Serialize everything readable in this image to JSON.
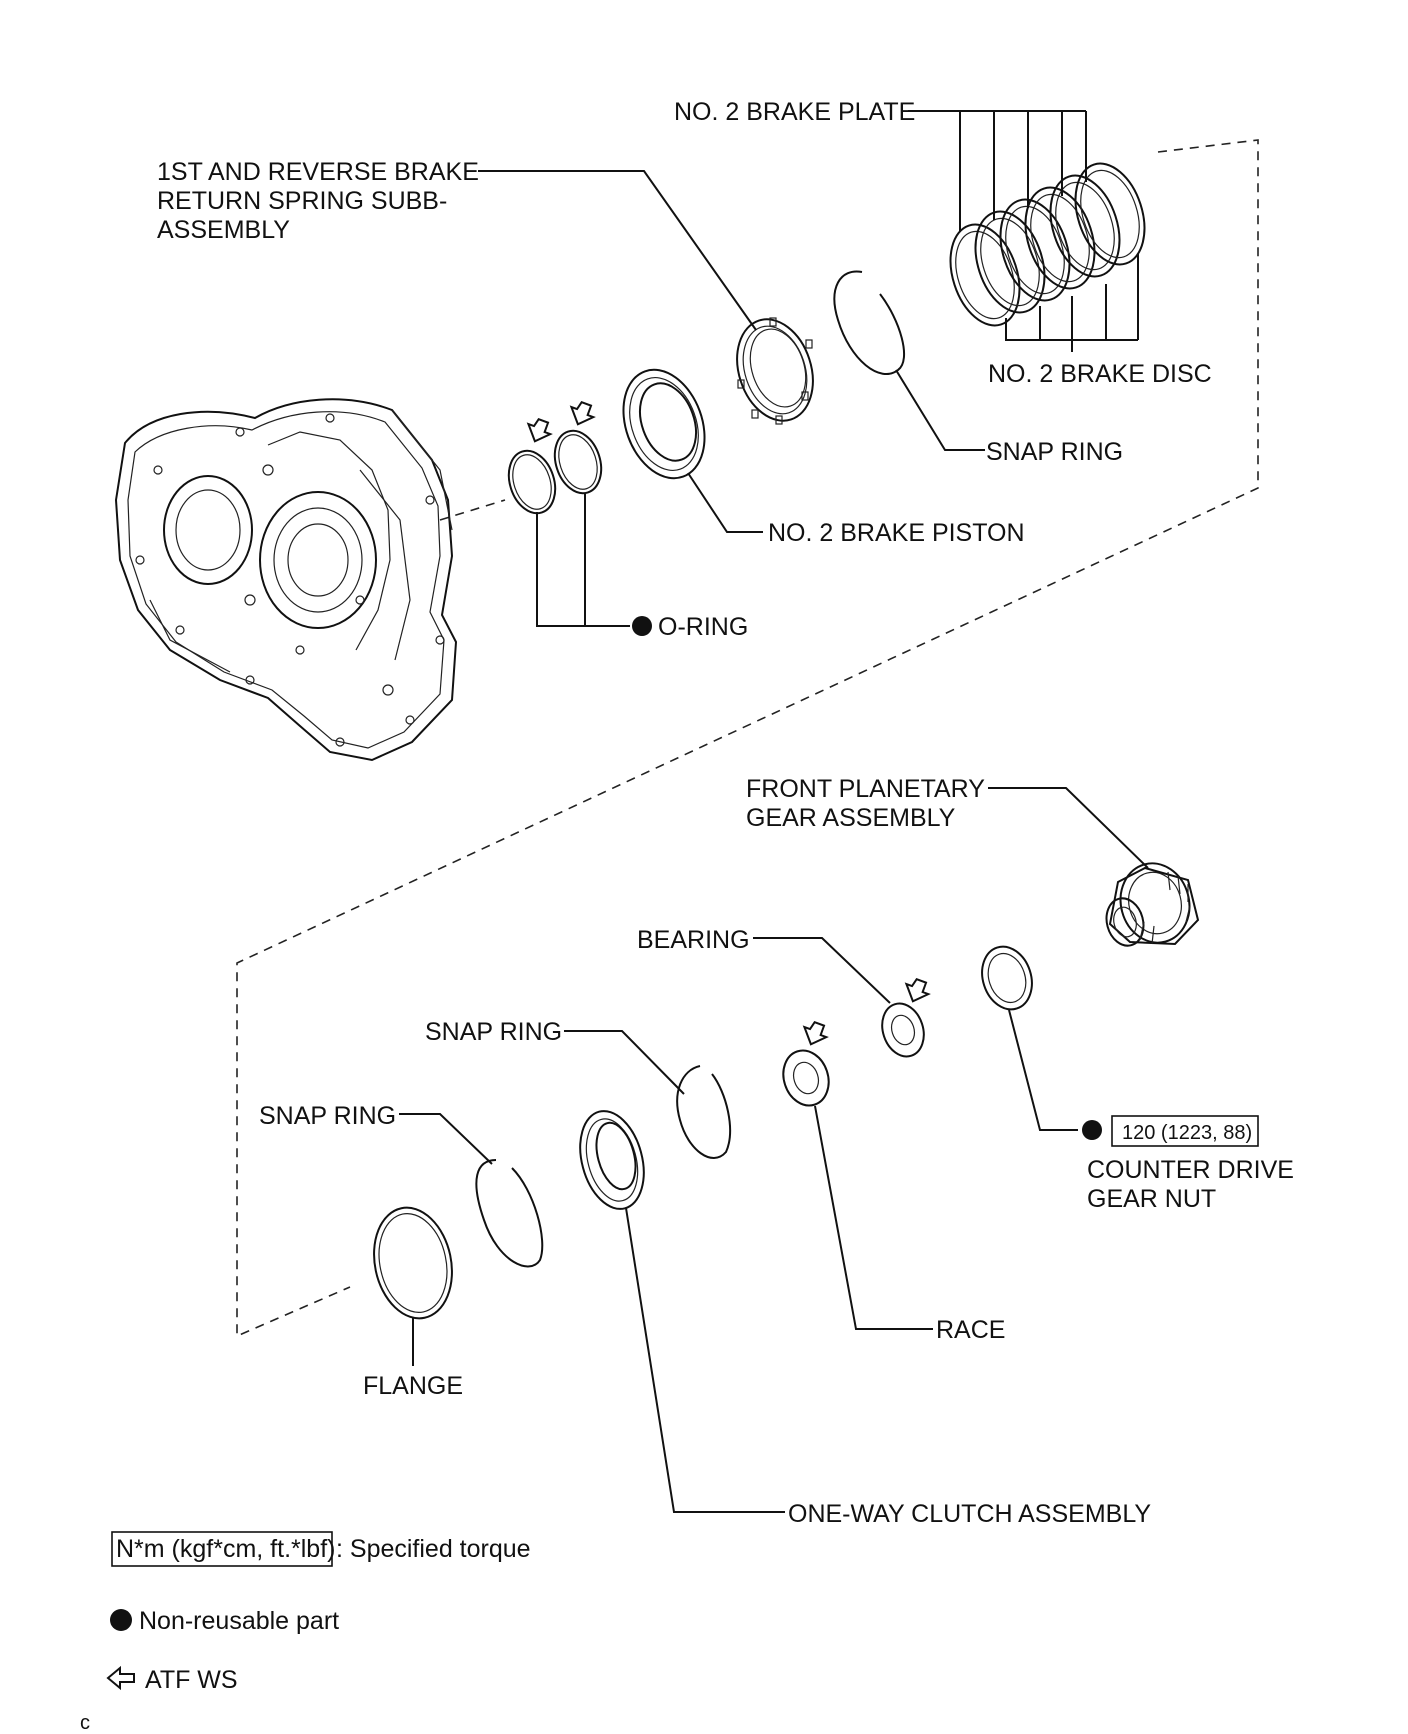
{
  "labels": {
    "brake_plate": "NO. 2 BRAKE PLATE",
    "return_spring_1": "1ST AND REVERSE BRAKE",
    "return_spring_2": "RETURN SPRING SUBB-",
    "return_spring_3": "ASSEMBLY",
    "brake_disc": "NO. 2 BRAKE DISC",
    "snap_ring_top": "SNAP RING",
    "brake_piston": "NO. 2 BRAKE PISTON",
    "o_ring": "O-RING",
    "front_planetary_1": "FRONT PLANETARY",
    "front_planetary_2": "GEAR ASSEMBLY",
    "bearing": "BEARING",
    "snap_ring_mid": "SNAP RING",
    "snap_ring_low": "SNAP RING",
    "torque_value": "120 (1223, 88)",
    "counter_drive_1": "COUNTER DRIVE",
    "counter_drive_2": "GEAR NUT",
    "race": "RACE",
    "flange": "FLANGE",
    "one_way_clutch": "ONE-WAY CLUTCH ASSEMBLY"
  },
  "legend": {
    "torque_box": "N*m (kgf*cm, ft.*lbf)",
    "torque_text": ": Specified torque",
    "non_reusable": "Non-reusable part",
    "atf": "ATF WS"
  },
  "corner_mark": "c"
}
